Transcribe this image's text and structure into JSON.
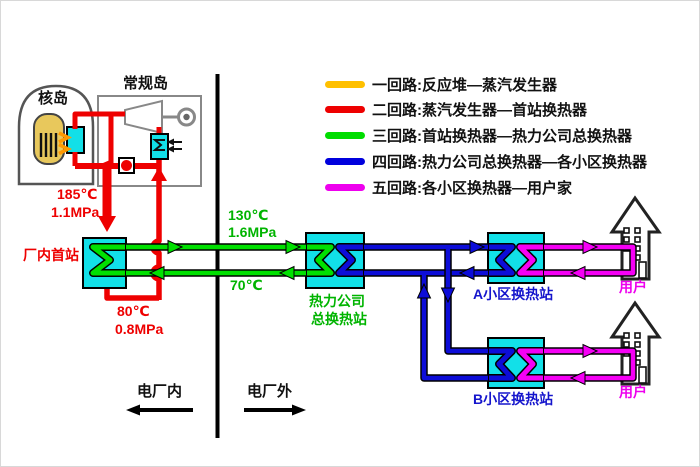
{
  "legend": {
    "items": [
      {
        "name": "loop1",
        "color": "#ffc000",
        "label": "一回路:反应堆—蒸汽发生器"
      },
      {
        "name": "loop2",
        "color": "#ee0000",
        "label": "二回路:蒸汽发生器—首站换热器"
      },
      {
        "name": "loop3",
        "color": "#00dd00",
        "label": "三回路:首站换热器—热力公司总换热器"
      },
      {
        "name": "loop4",
        "color": "#0000dd",
        "label": "四回路:热力公司总换热器—各小区换热器"
      },
      {
        "name": "loop5",
        "color": "#ee00ee",
        "label": "五回路:各小区换热器—用户家"
      }
    ]
  },
  "labels": {
    "nuclear_island": "核岛",
    "conventional_island": "常规岛",
    "first_station": "厂内首站",
    "thermal_company_line1": "热力公司",
    "thermal_company_line2": "总换热站",
    "station_a": "A小区换热站",
    "station_b": "B小区换热站",
    "user_a": "用户",
    "user_b": "用户",
    "inside_plant": "电厂内",
    "outside_plant": "电厂外"
  },
  "annotations": {
    "supply_temp": "185℃",
    "supply_pressure": "1.1MPa",
    "return_temp": "80℃",
    "return_pressure": "0.8MPa",
    "network_supply_temp": "130℃",
    "network_supply_pressure": "1.6MPa",
    "network_return_temp": "70℃"
  },
  "colors": {
    "exchanger_box": "#12e0e8",
    "loop_primary": "#ff9900",
    "loop_secondary_red": "#ee0000",
    "loop_green": "#00e000",
    "loop_blue": "#0d0dd8",
    "loop_magenta": "#f500f5",
    "reactor_vessel": "#e8c85c",
    "divider": "#000000"
  }
}
